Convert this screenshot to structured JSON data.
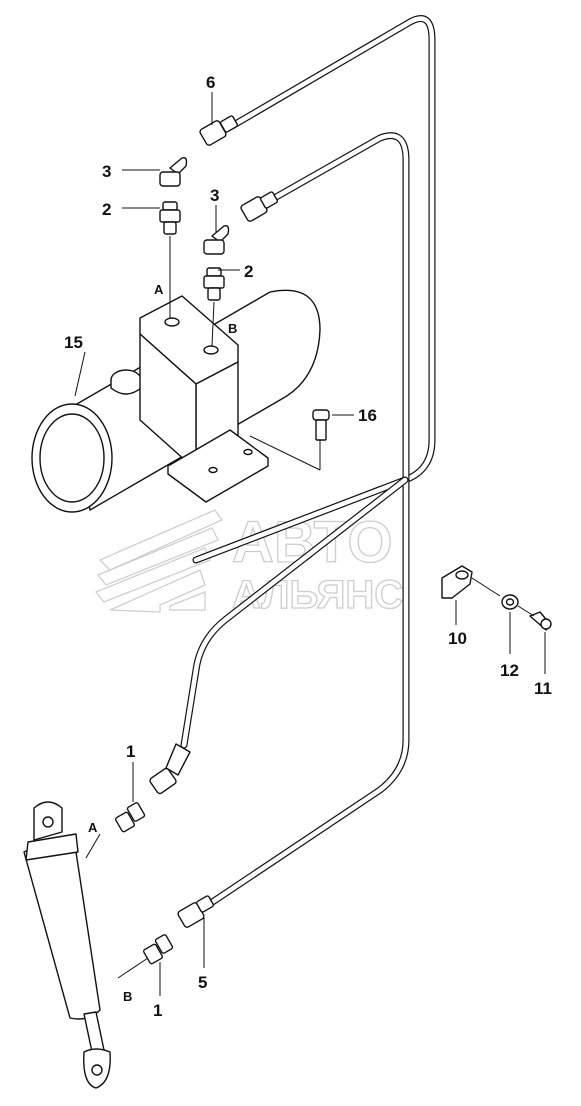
{
  "watermark": {
    "line1": "АВТО",
    "line2": "АЛЬЯНС"
  },
  "callouts": {
    "c1_top": "1",
    "c1_bottom": "1",
    "c2_left": "2",
    "c2_right": "2",
    "c3_left": "3",
    "c3_right": "3",
    "c5": "5",
    "c6": "6",
    "c10": "10",
    "c11": "11",
    "c12": "12",
    "c15": "15",
    "c16": "16"
  },
  "port_labels": {
    "pump_a": "A",
    "pump_b": "B",
    "cyl_a": "A",
    "cyl_b": "B"
  }
}
